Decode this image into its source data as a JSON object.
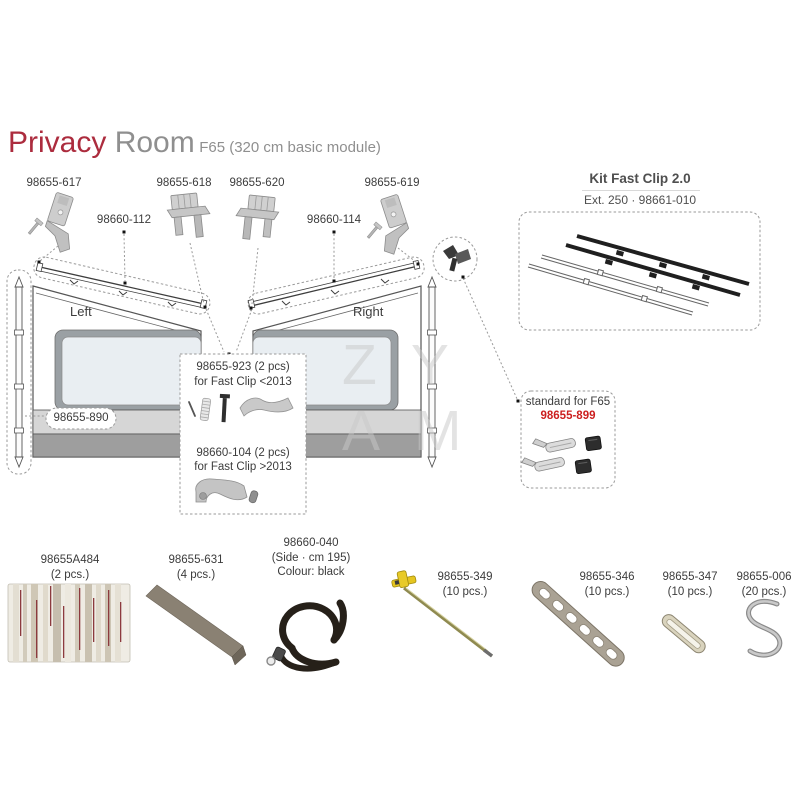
{
  "title": {
    "brand": "Privacy",
    "product": "Room",
    "variant": "F65 (320 cm basic module)"
  },
  "top_brackets": {
    "b617": "98655-617",
    "b618": "98655-618",
    "b620": "98655-620",
    "b619": "98655-619",
    "r112": "98660-112",
    "r114": "98660-114"
  },
  "kit_fast_clip": {
    "title": "Kit Fast Clip 2.0",
    "subtitle": "Ext. 250 · 98661-010"
  },
  "awning": {
    "left_label": "Left",
    "right_label": "Right",
    "skirt_code": "98655-890"
  },
  "callout": {
    "item1_code": "98655-923 (2 pcs)",
    "item1_desc": "for Fast Clip <2013",
    "item2_code": "98660-104 (2 pcs)",
    "item2_desc": "for Fast Clip >2013"
  },
  "standard": {
    "label": "standard for F65",
    "code": "98655-899"
  },
  "bottom_row": [
    {
      "code": "98655A484",
      "qty": "(2 pcs.)"
    },
    {
      "code": "98655-631",
      "qty": "(4 pcs.)"
    },
    {
      "code": "98660-040",
      "qty": "(Side · cm 195)",
      "note": "Colour: black"
    },
    {
      "code": "98655-349",
      "qty": "(10 pcs.)"
    },
    {
      "code": "98655-346",
      "qty": "(10 pcs.)"
    },
    {
      "code": "98655-347",
      "qty": "(10 pcs.)"
    },
    {
      "code": "98655-006",
      "qty": "(20 pcs.)"
    }
  ],
  "watermark": {
    "line1": "ZY",
    "line2": "AM"
  },
  "colors": {
    "brand_red": "#ac2c3e",
    "muted_gray": "#8f8f8f",
    "part_red": "#cc1f1f",
    "label": "#3c3c3c"
  }
}
